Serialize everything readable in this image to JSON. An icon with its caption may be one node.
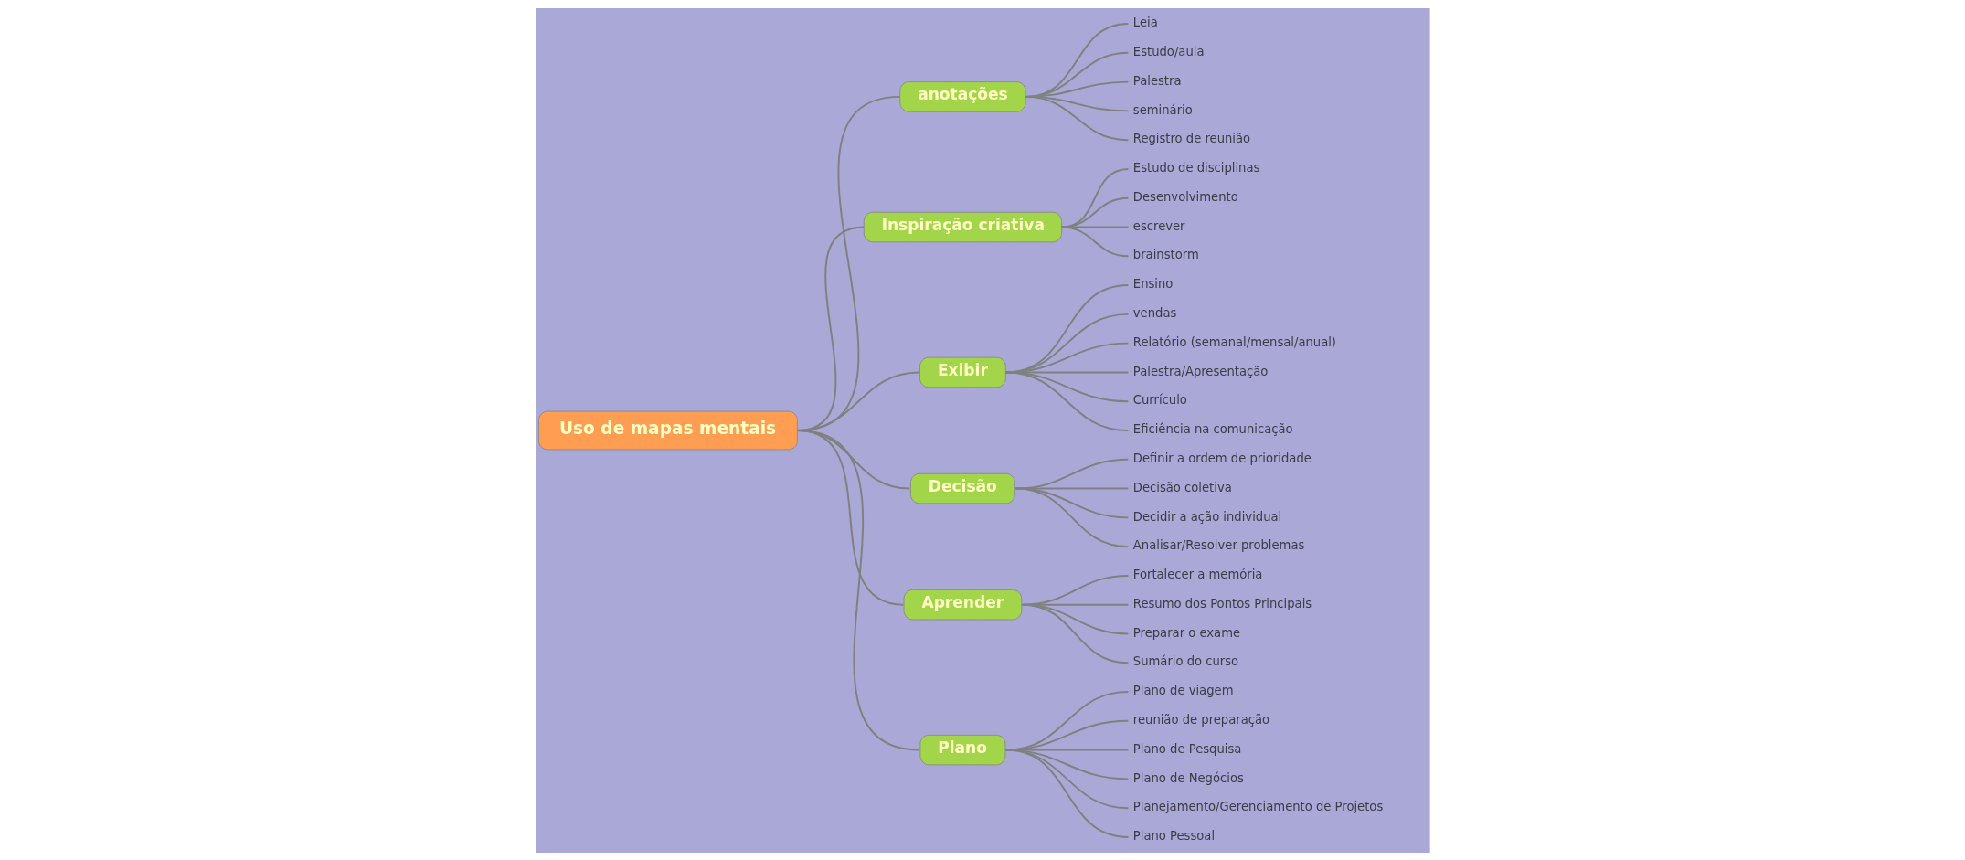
{
  "diagram": {
    "nodes": [
      {
        "text": [
          "Uso de mapas mentais"
        ]
      },
      {
        "text": [
          "anotações"
        ]
      },
      {
        "text": [
          "Leia"
        ]
      },
      {
        "text": [
          "Estudo/aula"
        ]
      },
      {
        "text": [
          "Palestra"
        ]
      },
      {
        "text": [
          "seminário"
        ]
      },
      {
        "text": [
          "Registro de reunião"
        ]
      },
      {
        "text": [
          "Inspiração criativa"
        ]
      },
      {
        "text": [
          "Estudo de disciplinas"
        ]
      },
      {
        "text": [
          "Desenvolvimento"
        ]
      },
      {
        "text": [
          "escrever"
        ]
      },
      {
        "text": [
          "brainstorm"
        ]
      },
      {
        "text": [
          "Exibir"
        ]
      },
      {
        "text": [
          "Ensino"
        ]
      },
      {
        "text": [
          "vendas"
        ]
      },
      {
        "text": [
          "Relatório (semanal/mensal/anual)"
        ]
      },
      {
        "text": [
          "Palestra/Apresentação"
        ]
      },
      {
        "text": [
          "Currículo"
        ]
      },
      {
        "text": [
          "Eficiência na comunicação"
        ]
      },
      {
        "text": [
          "Decisão"
        ]
      },
      {
        "text": [
          "Definir a ordem de prioridade"
        ]
      },
      {
        "text": [
          "Decisão coletiva"
        ]
      },
      {
        "text": [
          "Decidir a ação individual"
        ]
      },
      {
        "text": [
          "Analisar/Resolver problemas"
        ]
      },
      {
        "text": [
          "Aprender"
        ]
      },
      {
        "text": [
          "Fortalecer a memória"
        ]
      },
      {
        "text": [
          "Resumo dos Pontos Principais"
        ]
      },
      {
        "text": [
          "Preparar o exame"
        ]
      },
      {
        "text": [
          "Sumário do curso"
        ]
      },
      {
        "text": [
          "Plano"
        ]
      },
      {
        "text": [
          "Plano de viagem"
        ]
      },
      {
        "text": [
          "reunião de preparação"
        ]
      },
      {
        "text": [
          "Plano de Pesquisa"
        ]
      },
      {
        "text": [
          "Plano de Negócios"
        ]
      },
      {
        "text": [
          "Planejamento/Gerenciamento de Projetos"
        ]
      },
      {
        "text": [
          "Plano Pessoal"
        ]
      }
    ],
    "edges": [
      {
        "from": 0,
        "to": 1,
        "arrow": "none"
      },
      {
        "from": 1,
        "to": 2,
        "arrow": "none"
      },
      {
        "from": 1,
        "to": 3,
        "arrow": "none"
      },
      {
        "from": 1,
        "to": 4,
        "arrow": "none"
      },
      {
        "from": 1,
        "to": 5,
        "arrow": "none"
      },
      {
        "from": 1,
        "to": 6,
        "arrow": "none"
      },
      {
        "from": 0,
        "to": 7,
        "arrow": "none"
      },
      {
        "from": 7,
        "to": 8,
        "arrow": "none"
      },
      {
        "from": 7,
        "to": 9,
        "arrow": "none"
      },
      {
        "from": 7,
        "to": 10,
        "arrow": "none"
      },
      {
        "from": 7,
        "to": 11,
        "arrow": "none"
      },
      {
        "from": 0,
        "to": 12,
        "arrow": "none"
      },
      {
        "from": 12,
        "to": 13,
        "arrow": "none"
      },
      {
        "from": 12,
        "to": 14,
        "arrow": "none"
      },
      {
        "from": 12,
        "to": 15,
        "arrow": "none"
      },
      {
        "from": 12,
        "to": 16,
        "arrow": "none"
      },
      {
        "from": 12,
        "to": 17,
        "arrow": "none"
      },
      {
        "from": 12,
        "to": 18,
        "arrow": "none"
      },
      {
        "from": 0,
        "to": 19,
        "arrow": "none"
      },
      {
        "from": 19,
        "to": 20,
        "arrow": "none"
      },
      {
        "from": 19,
        "to": 21,
        "arrow": "none"
      },
      {
        "from": 19,
        "to": 22,
        "arrow": "none"
      },
      {
        "from": 19,
        "to": 23,
        "arrow": "none"
      },
      {
        "from": 0,
        "to": 24,
        "arrow": "none"
      },
      {
        "from": 24,
        "to": 25,
        "arrow": "none"
      },
      {
        "from": 24,
        "to": 26,
        "arrow": "none"
      },
      {
        "from": 24,
        "to": 27,
        "arrow": "none"
      },
      {
        "from": 24,
        "to": 28,
        "arrow": "none"
      },
      {
        "from": 0,
        "to": 29,
        "arrow": "none"
      },
      {
        "from": 29,
        "to": 30,
        "arrow": "none"
      },
      {
        "from": 29,
        "to": 31,
        "arrow": "none"
      },
      {
        "from": 29,
        "to": 32,
        "arrow": "none"
      },
      {
        "from": 29,
        "to": 33,
        "arrow": "none"
      },
      {
        "from": 29,
        "to": 34,
        "arrow": "none"
      },
      {
        "from": 29,
        "to": 35,
        "arrow": "none"
      }
    ]
  }
}
